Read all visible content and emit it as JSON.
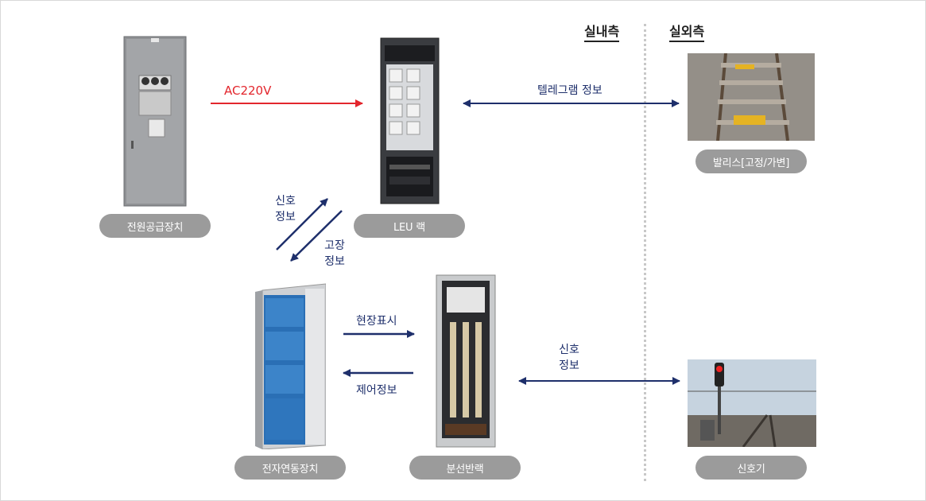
{
  "zones": {
    "indoor": "실내측",
    "outdoor": "실외측"
  },
  "devices": {
    "power_supply": "전원공급장치",
    "leu_rack": "LEU 랙",
    "balise": "발리스[고정/가변]",
    "interlocking": "전자연동장치",
    "distribution_rack": "분선반랙",
    "signal": "신호기"
  },
  "flows": {
    "ac220v": "AC220V",
    "telegram": "텔레그램 정보",
    "signal_info_line1": "신호",
    "signal_info_line2": "정보",
    "fault_info_line1": "고장",
    "fault_info_line2": "정보",
    "field_display": "현장표시",
    "control_info": "제어정보",
    "signal_to_signal_line1": "신호",
    "signal_to_signal_line2": "정보"
  },
  "colors": {
    "red_arrow": "#e3262d",
    "blue_arrow": "#1e2f6b",
    "pill": "#9b9b9b"
  }
}
